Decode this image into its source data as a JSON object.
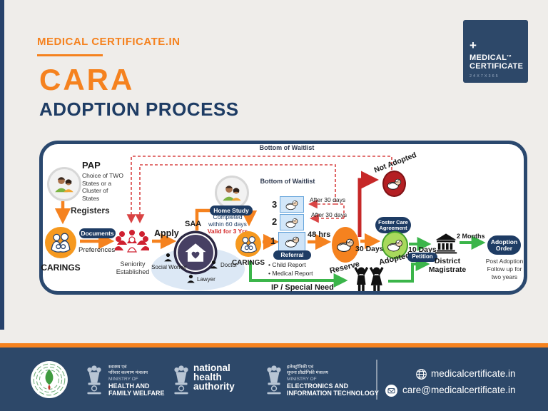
{
  "header": {
    "brand": "MEDICAL CERTIFICATE.IN",
    "title": "CARA",
    "subtitle": "ADOPTION PROCESS",
    "logo": {
      "plus": "+",
      "name1": "MEDICAL",
      "tm": "TM",
      "name2": "CERTIFICATE",
      "tagline": "24X7X365"
    }
  },
  "diagram": {
    "waitlist_top": "Bottom of Waitlist",
    "waitlist_mid": "Bottom of Waitlist",
    "pap_title": "PAP",
    "pap_desc": "Choice of TWO States or a Cluster of States",
    "registers": "Registers",
    "carings1": "CARINGS",
    "documents": "Documents",
    "preferences": "Preferences",
    "seniority": "Seniority Established",
    "apply": "Apply",
    "saa": "SAA",
    "social_worker": "Social Worker",
    "doctor": "Doctor",
    "lawyer": "Lawyer",
    "home_study": "Home Study",
    "completed": "Completed within 60 days",
    "valid": "Valid for 3 Yrs",
    "carings2": "CARINGS",
    "num3": "3",
    "num2": "2",
    "num1": "1",
    "after30_1": "After 30 days",
    "after30_2": "After 30 days",
    "hrs48": "48 hrs",
    "referral": "Referral",
    "bullet1": "Child Report",
    "bullet2": "Medical Report",
    "reserve": "Reserve",
    "not_adopted": "Not Adopted",
    "days30": "30 Days",
    "foster": "Foster Care Agreement",
    "adopted": "Adopted",
    "days10": "10 Days",
    "petition": "Petition",
    "district": "District Magistrate",
    "months2": "2 Months",
    "adoption_order": "Adoption Order",
    "post_adoption": "Post Adoption Follow up for two years",
    "ip": "IP / Special Need"
  },
  "footer": {
    "mohfw_hi1": "स्वास्थ्य एवं",
    "mohfw_hi2": "परिवार कल्याण मंत्रालय",
    "mohfw_pre": "MINISTRY OF",
    "mohfw_1": "HEALTH AND",
    "mohfw_2": "FAMILY WELFARE",
    "nha_1": "national",
    "nha_2": "health",
    "nha_3": "authority",
    "meity_hi1": "इलेक्ट्रॉनिकी एवं",
    "meity_hi2": "सूचना प्रौद्योगिकी मंत्रालय",
    "meity_pre": "MINISTRY OF",
    "meity_1": "ELECTRONICS AND",
    "meity_2": "INFORMATION TECHNOLOGY",
    "website": "medicalcertificate.in",
    "email": "care@medicalcertificate.in"
  },
  "colors": {
    "orange": "#f5821f",
    "navy": "#1e3c64",
    "footer_navy": "#2d4869",
    "red": "#c62828",
    "green": "#3bb54a"
  }
}
